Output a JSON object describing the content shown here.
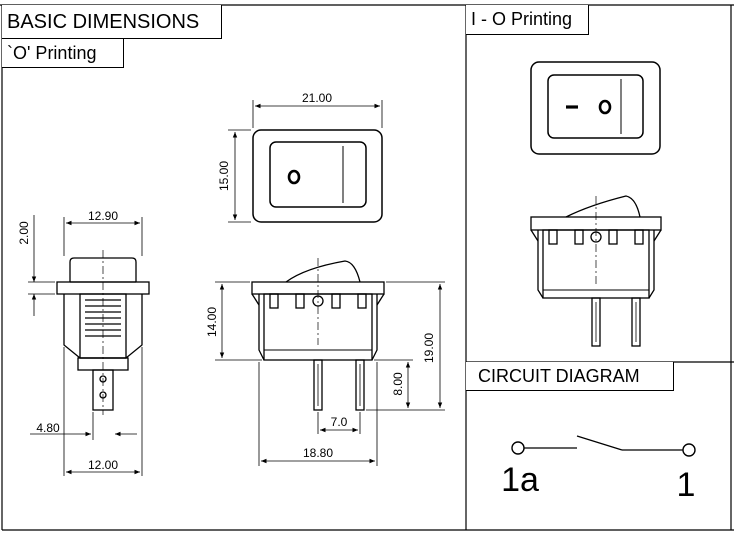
{
  "headings": {
    "basic_dimensions": "BASIC DIMENSIONS",
    "o_printing": "`O' Printing",
    "io_printing": "I - O Printing",
    "circuit_diagram": "CIRCUIT DIAGRAM"
  },
  "dimensions": {
    "front_width": "21.00",
    "front_height": "15.00",
    "side_width": "12.90",
    "side_flange": "2.00",
    "side_terminal_offset": "4.80",
    "side_bottom_width": "12.00",
    "body_height": "14.00",
    "total_height": "19.00",
    "terminal_length": "8.00",
    "terminal_spacing": "7.0",
    "overall_width": "18.80"
  },
  "circuit": {
    "terminal_left": "1a",
    "terminal_right": "1"
  }
}
